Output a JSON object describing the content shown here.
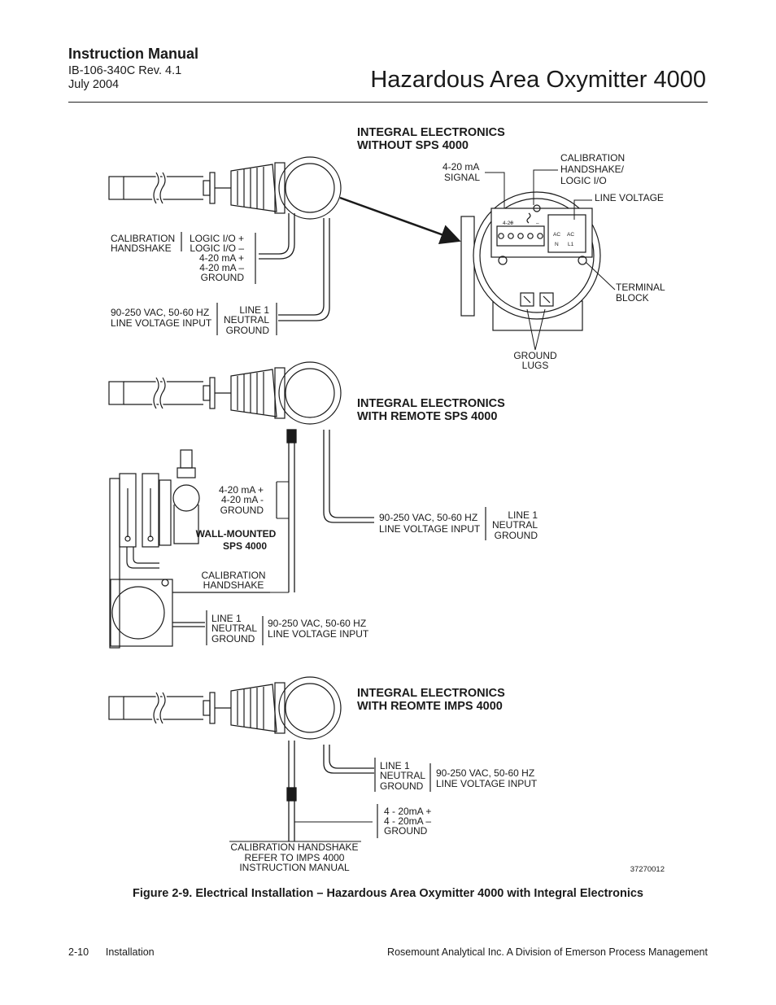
{
  "header": {
    "manual_label": "Instruction Manual",
    "doc_number": "IB-106-340C Rev. 4.1",
    "date": "July 2004",
    "product_title": "Hazardous Area Oxymitter 4000"
  },
  "diagram": {
    "section1": {
      "heading_line1": "INTEGRAL ELECTRONICS",
      "heading_line2": "WITHOUT SPS 4000",
      "left_group_label1": "CALIBRATION",
      "left_group_label2": "HANDSHAKE",
      "signals": [
        "LOGIC I/O +",
        "LOGIC I/O –",
        "4-20 mA +",
        "4-20 mA –",
        "GROUND"
      ],
      "power_label1": "90-250 VAC, 50-60 HZ",
      "power_label2": "LINE VOLTAGE INPUT",
      "power_lines": [
        "LINE 1",
        "NEUTRAL",
        "GROUND"
      ],
      "callout_signal1": "4-20 mA",
      "callout_signal2": "SIGNAL",
      "callout_cal1": "CALIBRATION",
      "callout_cal2": "HANDSHAKE/",
      "callout_cal3": "LOGIC I/O",
      "callout_line_voltage": "LINE VOLTAGE",
      "callout_terminal1": "TERMINAL",
      "callout_terminal2": "BLOCK",
      "callout_ground1": "GROUND",
      "callout_ground2": "LUGS",
      "terminal_text": {
        "t420": "4-20",
        "plus": "+",
        "minus": "–",
        "ac": "AC",
        "n": "N",
        "ac2": "AC",
        "l1": "L1"
      }
    },
    "section2": {
      "heading_line1": "INTEGRAL ELECTRONICS",
      "heading_line2": "WITH REMOTE SPS 4000",
      "signals": [
        "4-20 mA +",
        "4-20 mA  -",
        "GROUND"
      ],
      "wall_mounted1": "WALL-MOUNTED",
      "wall_mounted2": "SPS  4000",
      "cal_label1": "CALIBRATION",
      "cal_label2": "HANDSHAKE",
      "power_label1": "90-250 VAC, 50-60 HZ",
      "power_label2": "LINE VOLTAGE INPUT",
      "power_lines": [
        "LINE 1",
        "NEUTRAL",
        "GROUND"
      ],
      "sps_power_lines": [
        "LINE 1",
        "NEUTRAL",
        "GROUND"
      ],
      "sps_power_label1": "90-250 VAC, 50-60 HZ",
      "sps_power_label2": "LINE VOLTAGE INPUT"
    },
    "section3": {
      "heading_line1": "INTEGRAL ELECTRONICS",
      "heading_line2": "WITH REOMTE IMPS 4000",
      "power_lines": [
        "LINE 1",
        "NEUTRAL",
        "GROUND"
      ],
      "power_label1": "90-250 VAC, 50-60 HZ",
      "power_label2": "LINE VOLTAGE INPUT",
      "signals": [
        "4 - 20mA +",
        "4 - 20mA –",
        "GROUND"
      ],
      "imps_note1": "CALIBRATION HANDSHAKE",
      "imps_note2": "REFER  TO  IMPS  4000",
      "imps_note3": "INSTRUCTION  MANUAL"
    },
    "figure_id": "37270012"
  },
  "caption": "Figure 2-9.  Electrical Installation – Hazardous Area Oxymitter 4000 with Integral Electronics",
  "footer": {
    "page_number": "2-10",
    "section": "Installation",
    "company": "Rosemount Analytical Inc.  A Division of Emerson Process Management"
  }
}
